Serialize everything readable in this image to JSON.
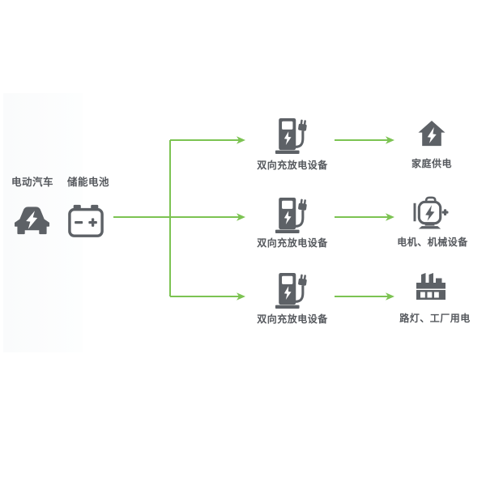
{
  "colors": {
    "arrow": "#7cc352",
    "icon": "#5d6166",
    "text": "#55585d",
    "panel": "#fafbfc"
  },
  "source_group": {
    "ev": {
      "label": "电动汽车",
      "icon": "electric-car-icon"
    },
    "battery": {
      "label": "储能电池",
      "icon": "storage-battery-icon"
    }
  },
  "chargers": [
    {
      "label": "双向充放电设备",
      "icon": "bidirectional-charger-icon"
    },
    {
      "label": "双向充放电设备",
      "icon": "bidirectional-charger-icon"
    },
    {
      "label": "双向充放电设备",
      "icon": "bidirectional-charger-icon"
    }
  ],
  "destinations": [
    {
      "label": "家庭供电",
      "icon": "home-power-icon"
    },
    {
      "label": "电机、机械设备",
      "icon": "motor-equipment-icon"
    },
    {
      "label": "路灯、工厂用电",
      "icon": "streetlight-factory-icon"
    }
  ]
}
